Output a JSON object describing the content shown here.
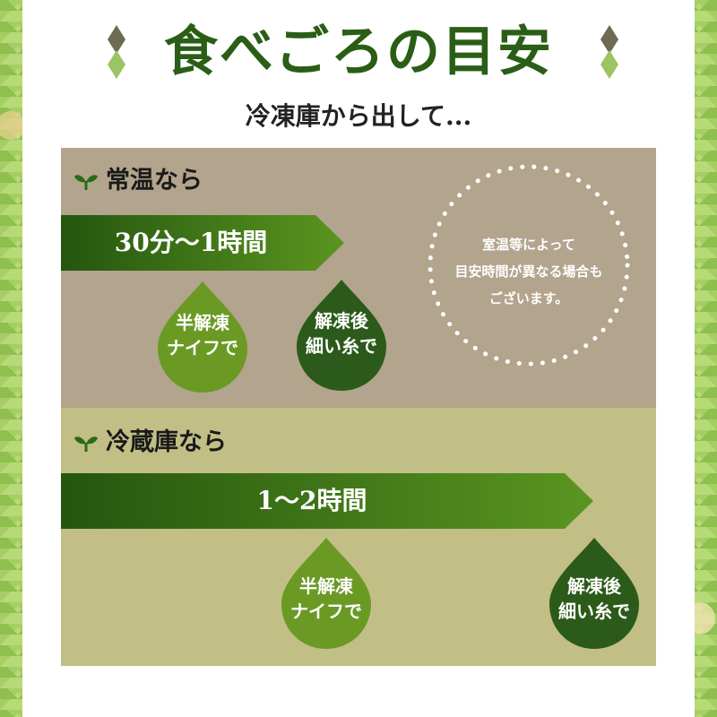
{
  "title": "食べごろの目安",
  "subtitle": "冷凍庫から出して...",
  "room": {
    "label": "常温なら",
    "time": "30分〜1時間",
    "drops": [
      {
        "line1": "半解凍",
        "line2": "ナイフで"
      },
      {
        "line1": "解凍後",
        "line2": "細い糸で"
      }
    ],
    "note": [
      "室温等によって",
      "目安時間が異なる場合も",
      "ございます。"
    ]
  },
  "fridge": {
    "label": "冷蔵庫なら",
    "time": "1〜2時間",
    "drops": [
      {
        "line1": "半解凍",
        "line2": "ナイフで"
      },
      {
        "line1": "解凍後",
        "line2": "細い糸で"
      }
    ]
  },
  "colors": {
    "title": "#2a5e16",
    "room_panel": "#b2a48d",
    "fridge_panel": "#c1bf86",
    "drop_light": "#6a9a24",
    "drop_dark": "#2c5a1a",
    "arrow_dark": "#24560f",
    "arrow_light": "#5b9520",
    "background_green": "#9cc95a"
  },
  "icons": [
    "sprout-icon",
    "diamond-ornament-icon",
    "dotted-circle-icon"
  ]
}
